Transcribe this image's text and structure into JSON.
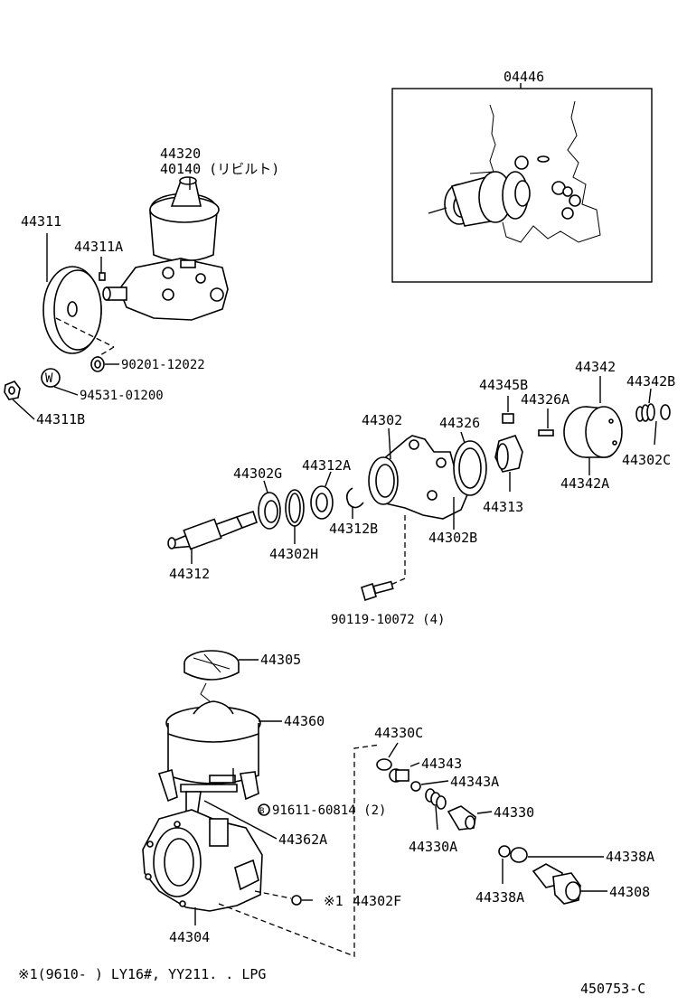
{
  "labels": {
    "kit": "04446",
    "pump_assy": "44320",
    "pump_rebuilt": "40140 (リビルト)",
    "pulley": "44311",
    "key": "44311A",
    "washer": "90201-12022",
    "plate_washer": "94531-01200",
    "nut": "44311B",
    "housing": "44302",
    "bearing": "44302G",
    "snap_ring_a": "44312A",
    "snap_ring_b": "44312B",
    "snap_ring_h": "44302H",
    "shaft": "44312",
    "gasket_b": "44302B",
    "rotor": "44313",
    "ring": "44326",
    "pin_b": "44345B",
    "pin_a": "44326A",
    "cover": "44342",
    "spring": "44342B",
    "o_ring_c": "44302C",
    "plate_a": "44342A",
    "bolt": "90119-10072 (4)",
    "cap": "44305",
    "reservoir": "44360",
    "seat": "44330C",
    "valve": "44343",
    "valve_a": "44343A",
    "control_valve": "44330",
    "spring_30a": "44330A",
    "bolt_reservoir": "91611-60814 (2)",
    "bracket": "44362A",
    "o_ring_38a_r": "44338A",
    "o_ring_38a_l": "44338A",
    "union": "44308",
    "star_note": "※1",
    "plug": "44302F",
    "body": "44304"
  },
  "footnote": "※1(9610-        ) LY16#, YY211. . LPG",
  "figure_code": "450753-C",
  "bolt_symbol_b": "B",
  "washer_symbol_w": "W"
}
